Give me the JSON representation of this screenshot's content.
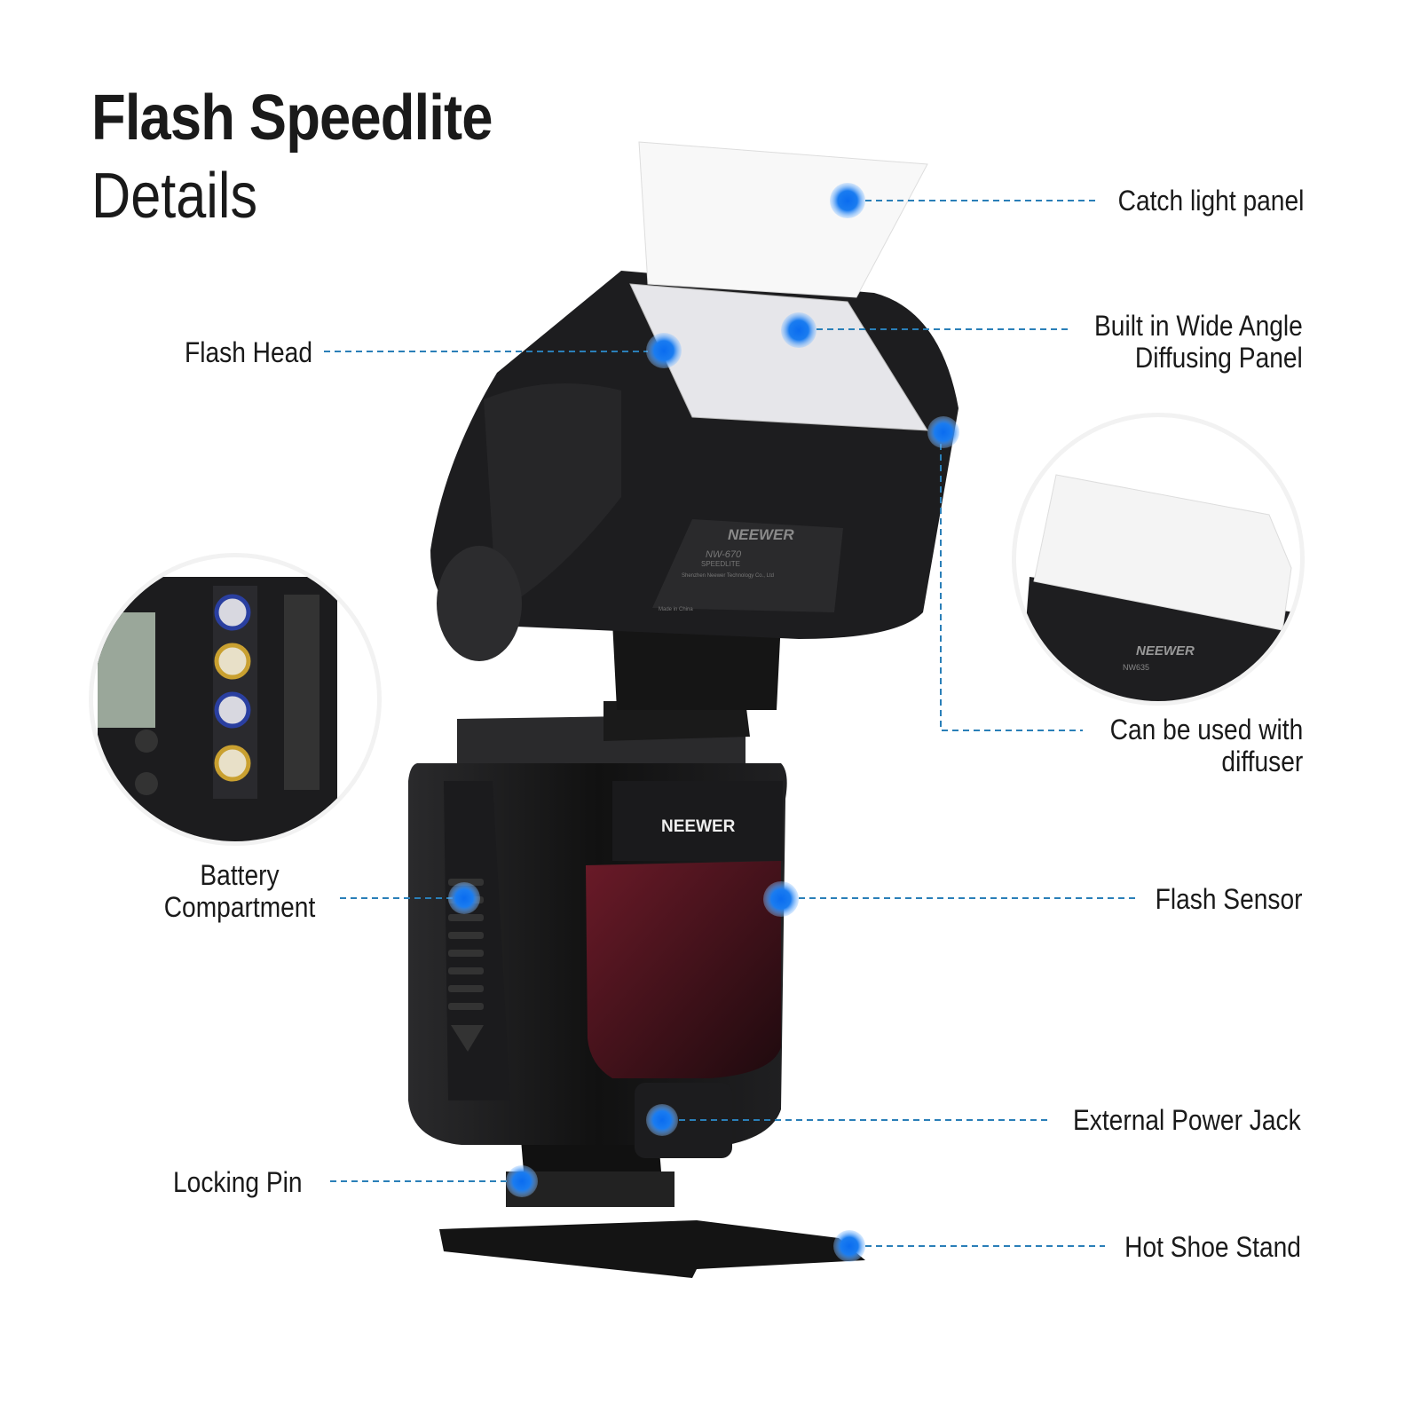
{
  "header": {
    "title": "Flash Speedlite",
    "subtitle": "Details"
  },
  "callouts": {
    "catch_light": "Catch light panel",
    "flash_head": "Flash Head",
    "wide_angle_1": "Built in Wide Angle",
    "wide_angle_2": "Diffusing Panel",
    "diffuser_1": "Can be used with",
    "diffuser_2": "diffuser",
    "battery_1": "Battery",
    "battery_2": "Compartment",
    "flash_sensor": "Flash Sensor",
    "power_jack": "External Power Jack",
    "locking_pin": "Locking Pin",
    "hot_shoe": "Hot Shoe Stand"
  },
  "product": {
    "brand": "NEEWER",
    "model": "NW-670",
    "type": "SPEEDLITE",
    "maker": "Shenzhen Neewer Technology Co., Ltd",
    "origin": "Made in China",
    "diffuser_model": "NW635"
  },
  "colors": {
    "dot": "#1a7cf0",
    "leader": "#2a7fb8",
    "text": "#1a1a1a"
  }
}
